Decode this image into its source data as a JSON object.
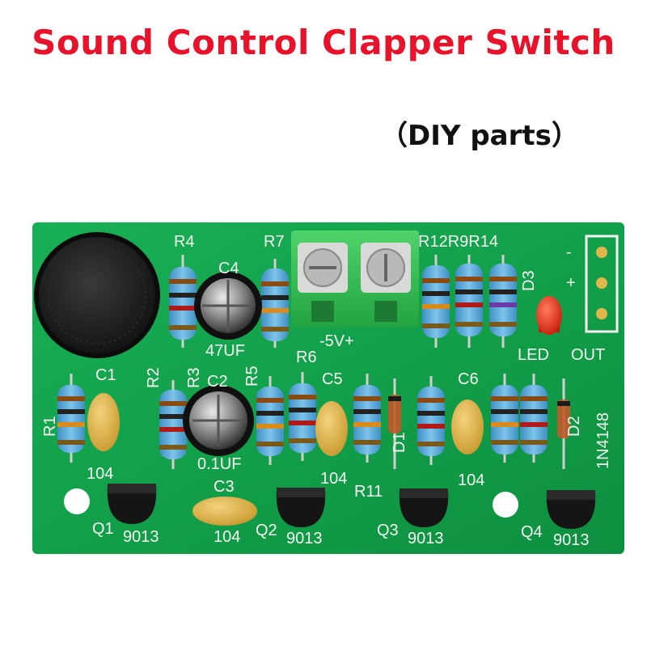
{
  "title": "Sound Control Clapper Switch",
  "subtitle": "（DIY parts）",
  "board": {
    "background_color": "#11a24a",
    "silk_color": "#f4f6f2",
    "terminal_label": "-5V+",
    "out_label": "OUT",
    "led_label": "LED",
    "out_pins": [
      "-",
      "+"
    ],
    "resistors": [
      "R1",
      "R2",
      "R3",
      "R4",
      "R5",
      "R6",
      "R7",
      "R11",
      "R12",
      "R9",
      "R14"
    ],
    "capacitors": [
      {
        "ref": "C1",
        "value": "104"
      },
      {
        "ref": "C2",
        "value": "0.1UF"
      },
      {
        "ref": "C3",
        "value": "104"
      },
      {
        "ref": "C4",
        "value": "47UF"
      },
      {
        "ref": "C5",
        "value": "104"
      },
      {
        "ref": "C6",
        "value": "104"
      }
    ],
    "transistors": [
      {
        "ref": "Q1",
        "part": "9013"
      },
      {
        "ref": "Q2",
        "part": "9013"
      },
      {
        "ref": "Q3",
        "part": "9013"
      },
      {
        "ref": "Q4",
        "part": "9013"
      }
    ],
    "diode_label": "1N4148",
    "diode_refs": [
      "D1",
      "D2"
    ],
    "led_ref": "D3",
    "top_resistor_group": "R12R9R14"
  }
}
